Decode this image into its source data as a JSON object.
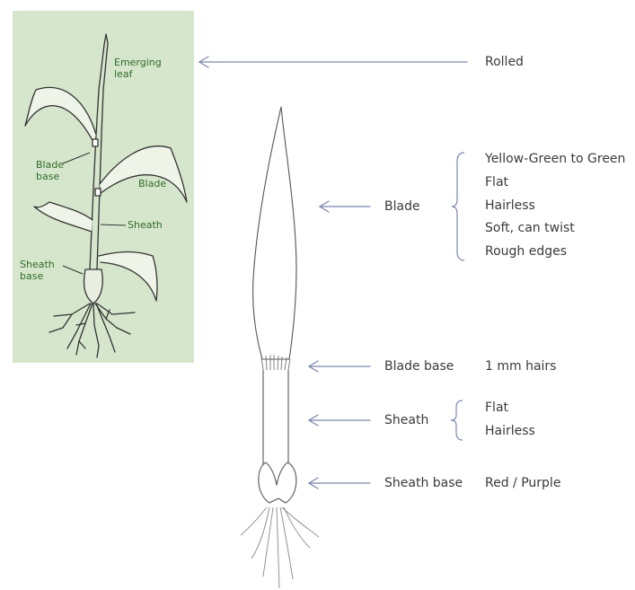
{
  "inset": {
    "emerging_leaf": "Emerging\nleaf",
    "blade_base": "Blade\nbase",
    "blade": "Blade",
    "sheath": "Sheath",
    "sheath_base": "Sheath\nbase"
  },
  "top": {
    "rolled": "Rolled"
  },
  "parts": {
    "blade": "Blade",
    "blade_base": "Blade base",
    "sheath": "Sheath",
    "sheath_base": "Sheath base"
  },
  "blade_traits": [
    "Yellow-Green to Green",
    "Flat",
    "Hairless",
    "Soft, can twist",
    "Rough edges"
  ],
  "blade_base_trait": "1 mm hairs",
  "sheath_traits": [
    "Flat",
    "Hairless"
  ],
  "sheath_base_trait": "Red / Purple",
  "colors": {
    "arrow": "#7d88ad",
    "inset_bg": "#d6e6cc",
    "inset_text": "#2f6b2a"
  }
}
